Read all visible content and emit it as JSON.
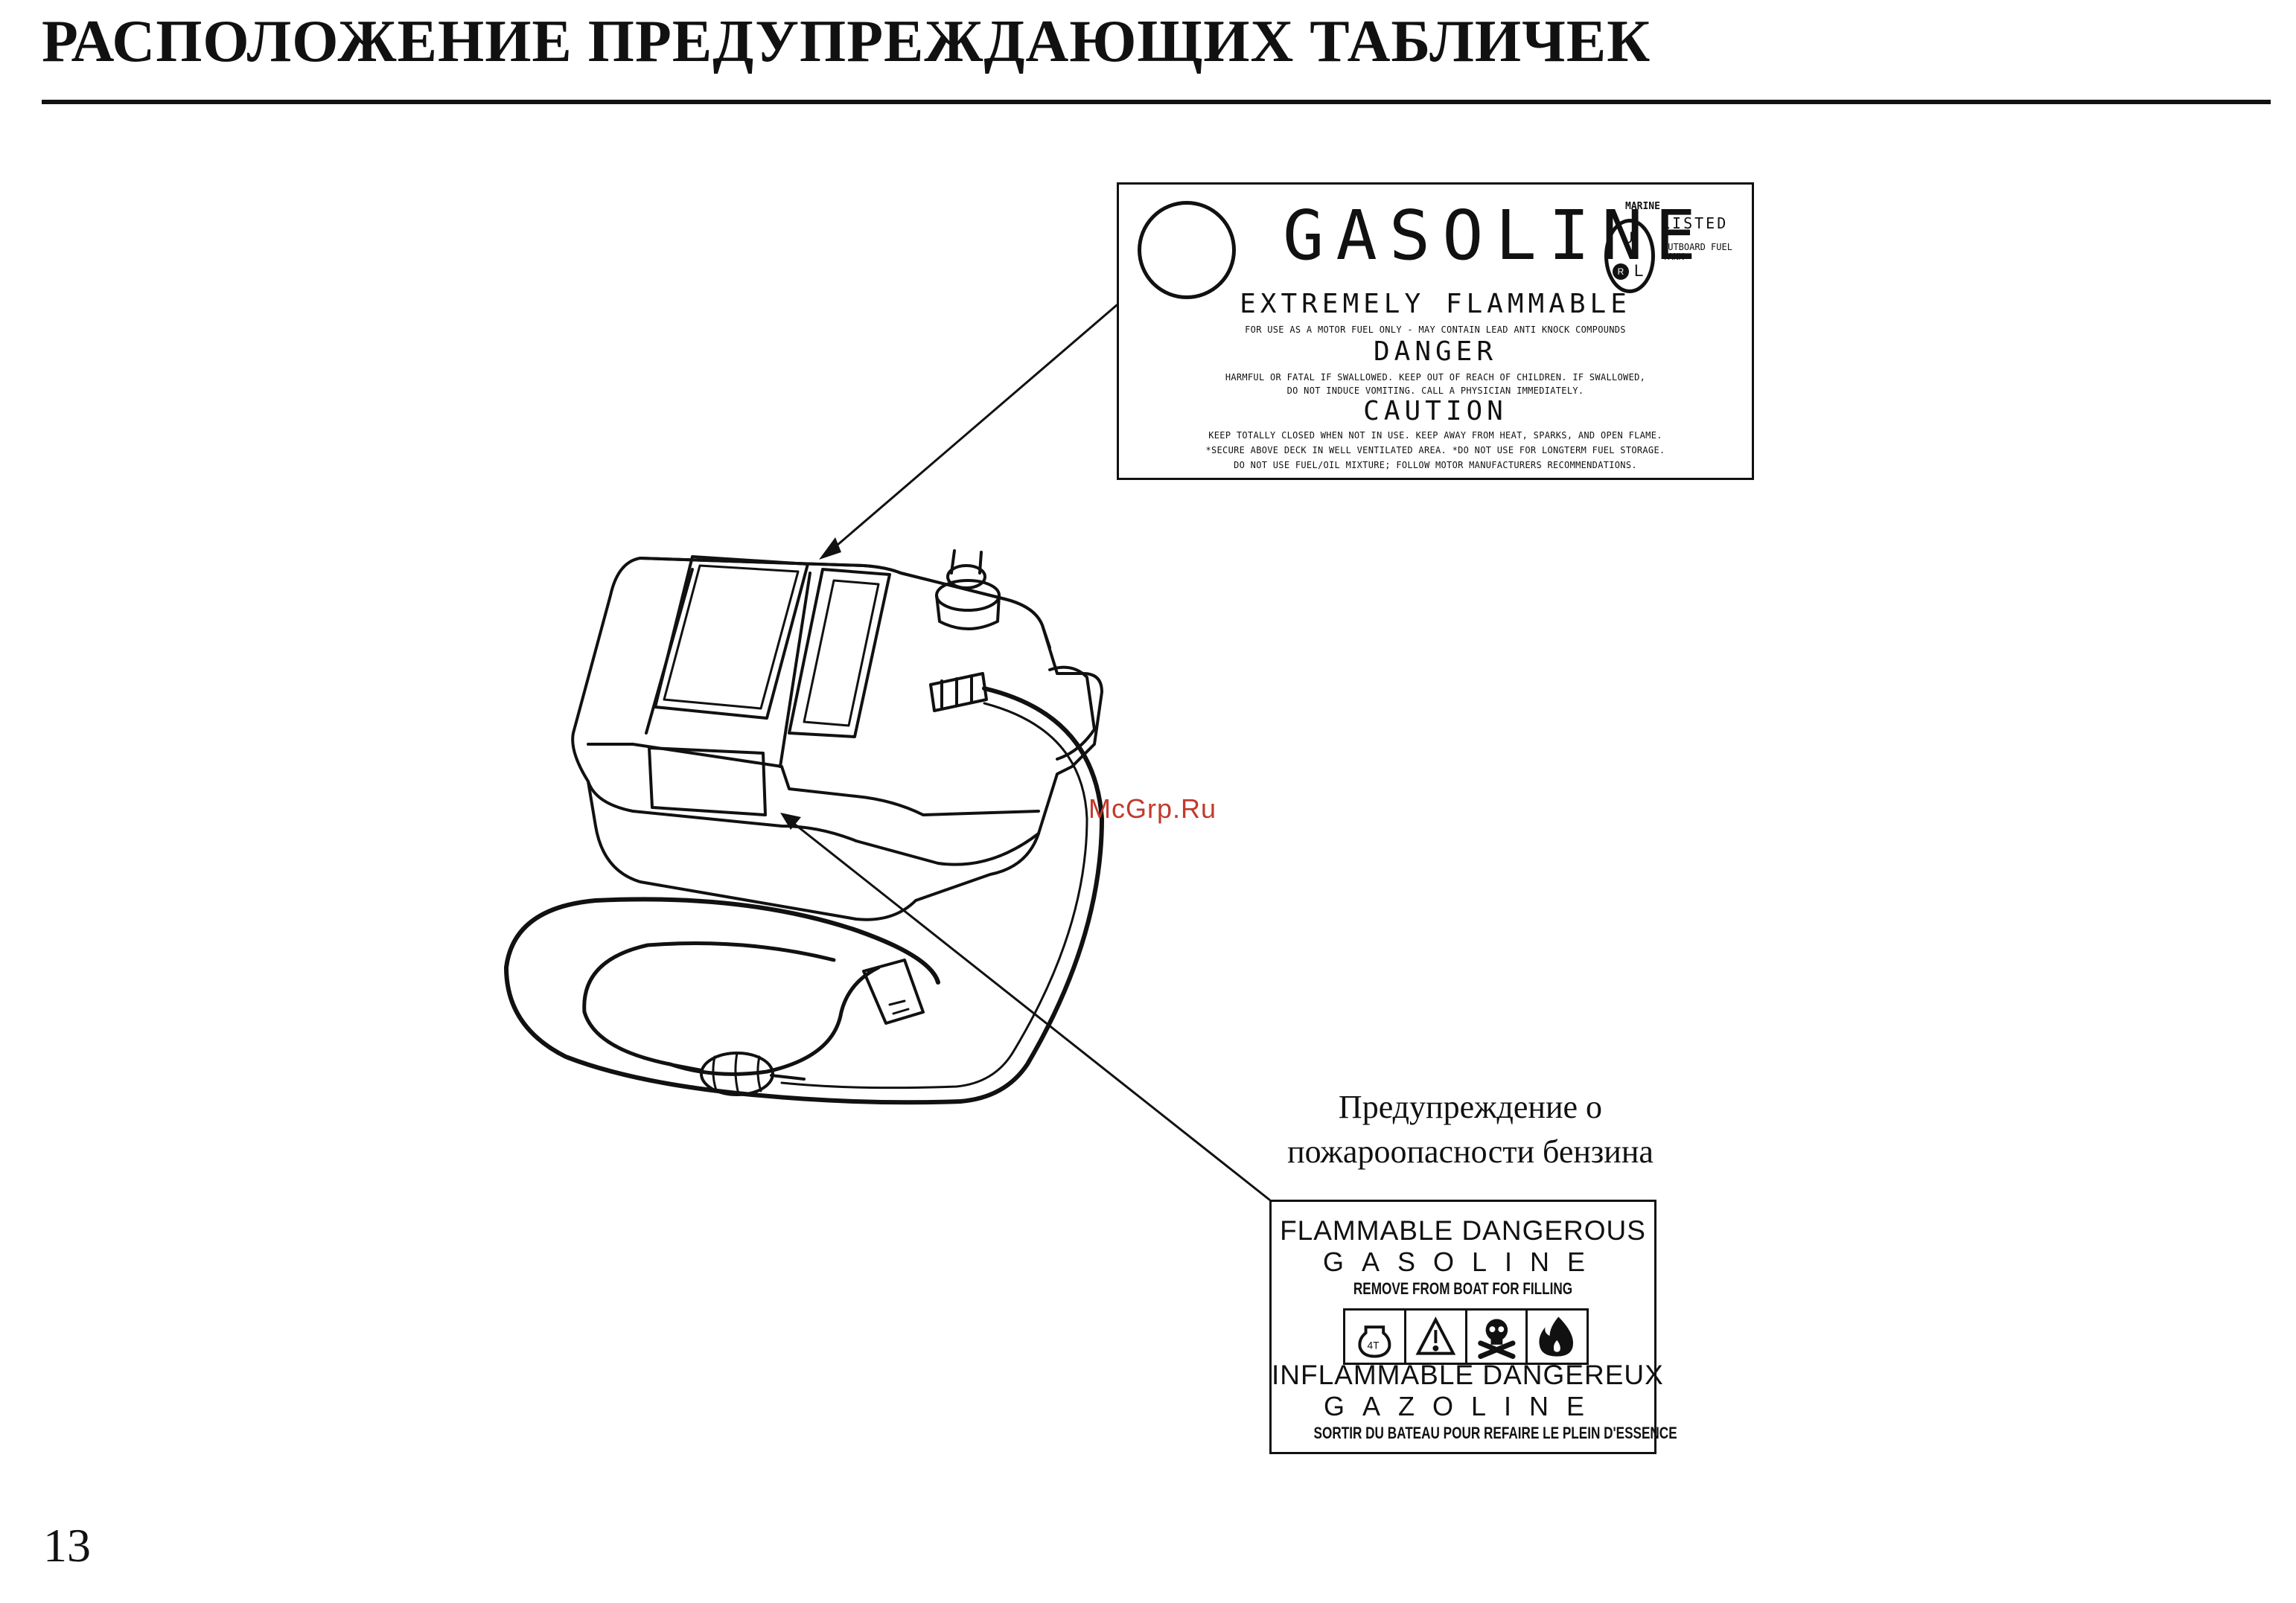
{
  "page": {
    "title": "РАСПОЛОЖЕНИЕ ПРЕДУПРЕЖДАЮЩИХ ТАБЛИЧЕК",
    "page_number": "13",
    "watermark": "McGrp.Ru"
  },
  "gasoline_label": {
    "title": "GASOLINE",
    "marine": "MARINE",
    "ul_u": "U",
    "ul_l": "L",
    "ul_r": "R",
    "listed": "LISTED",
    "outboard": "OUTBOARD FUEL TANK",
    "extremely_flammable": "EXTREMELY FLAMMABLE",
    "line1": "FOR USE AS A MOTOR FUEL ONLY - MAY CONTAIN LEAD ANTI KNOCK COMPOUNDS",
    "danger": "DANGER",
    "line2": "HARMFUL OR FATAL IF SWALLOWED. KEEP OUT OF REACH OF CHILDREN. IF SWALLOWED,",
    "line3": "DO NOT INDUCE VOMITING. CALL A PHYSICIAN IMMEDIATELY.",
    "caution": "CAUTION",
    "line4": "KEEP TOTALLY CLOSED WHEN NOT IN USE. KEEP AWAY FROM HEAT, SPARKS, AND OPEN FLAME.",
    "line5": "*SECURE ABOVE DECK IN WELL VENTILATED AREA. *DO NOT USE FOR LONGTERM FUEL STORAGE.",
    "line6": "DO NOT USE FUEL/OIL MIXTURE; FOLLOW MOTOR MANUFACTURERS RECOMMENDATIONS."
  },
  "caption": {
    "line1": "Предупреждение о",
    "line2": "пожароопасности бензина"
  },
  "flammable_label": {
    "line1": "FLAMMABLE DANGEROUS",
    "line2": "GASOLINE",
    "line3": "REMOVE FROM BOAT FOR FILLING",
    "icons": [
      "four-stroke-engine-icon",
      "warning-triangle-icon",
      "skull-icon",
      "flame-icon"
    ],
    "icon_text": "4T",
    "line4": "INFLAMMABLE DANGEREUX",
    "line5": "GAZOLINE",
    "line6": "SORTIR DU BATEAU POUR REFAIRE LE PLEIN D'ESSENCE"
  }
}
